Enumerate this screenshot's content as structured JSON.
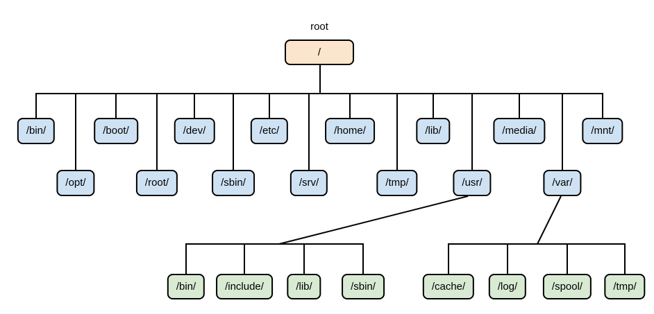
{
  "diagram": {
    "root_caption": "root",
    "root_node": {
      "label": "/"
    },
    "top_level": [
      {
        "label": "/bin/"
      },
      {
        "label": "/opt/"
      },
      {
        "label": "/boot/"
      },
      {
        "label": "/root/"
      },
      {
        "label": "/dev/"
      },
      {
        "label": "/sbin/"
      },
      {
        "label": "/etc/"
      },
      {
        "label": "/srv/"
      },
      {
        "label": "/home/"
      },
      {
        "label": "/tmp/"
      },
      {
        "label": "/lib/"
      },
      {
        "label": "/usr/"
      },
      {
        "label": "/media/"
      },
      {
        "label": "/var/"
      },
      {
        "label": "/mnt/"
      }
    ],
    "usr_children": [
      {
        "label": "/bin/"
      },
      {
        "label": "/include/"
      },
      {
        "label": "/lib/"
      },
      {
        "label": "/sbin/"
      }
    ],
    "var_children": [
      {
        "label": "/cache/"
      },
      {
        "label": "/log/"
      },
      {
        "label": "/spool/"
      },
      {
        "label": "/tmp/"
      }
    ],
    "colors": {
      "root_fill": "#fce5cd",
      "directory_fill": "#cfe2f3",
      "subdirectory_fill": "#d9ead3",
      "line": "#000000"
    }
  }
}
